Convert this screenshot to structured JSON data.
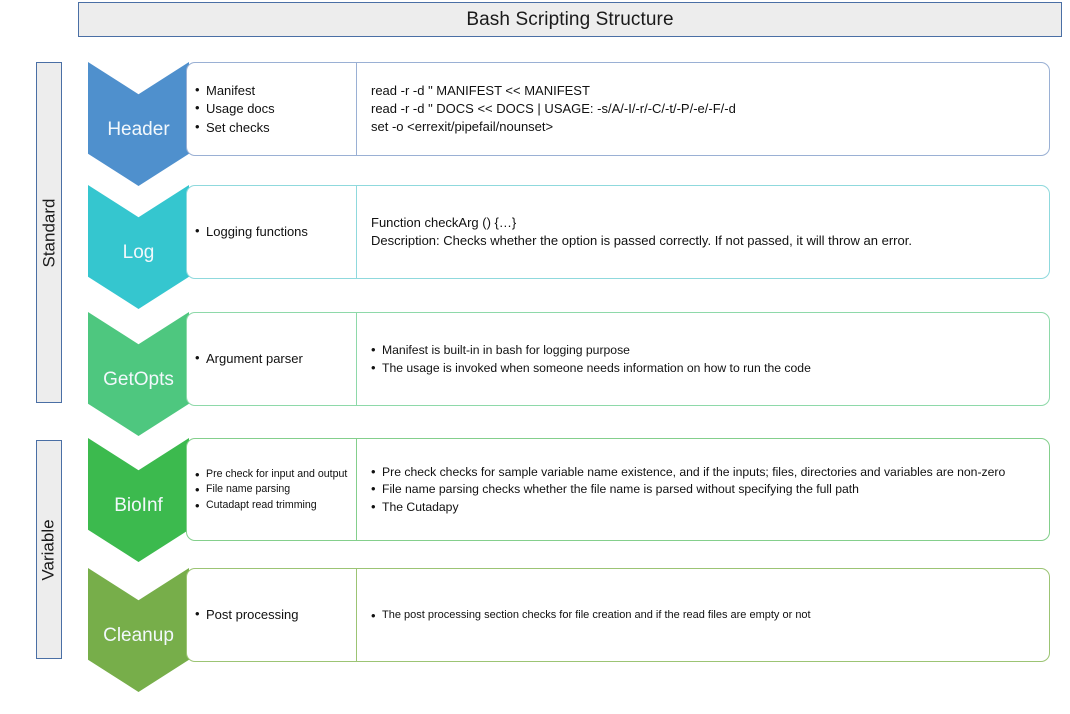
{
  "title": "Bash Scripting Structure",
  "groups": [
    {
      "label": "Standard"
    },
    {
      "label": "Variable"
    }
  ],
  "colors": {
    "header": "#4f90cd",
    "log": "#35c6cf",
    "getopts": "#4ec77f",
    "bioinf": "#3cba4e",
    "cleanup": "#77ae4a",
    "banner_bg": "#ededed",
    "banner_border": "#4a6fa5"
  },
  "rows": [
    {
      "stage": "Header",
      "color": "#4f90cd",
      "border": "#9ab0d4",
      "left_bullets": [
        "Manifest",
        "Usage docs",
        "Set checks"
      ],
      "right_lines": [
        "read -r -d \" MANIFEST << MANIFEST",
        "read -r -d \" DOCS << DOCS | USAGE: -s/A/-I/-r/-C/-t/-P/-e/-F/-d",
        "set -o <errexit/pipefail/nounset>"
      ],
      "right_bullets": []
    },
    {
      "stage": "Log",
      "color": "#35c6cf",
      "border": "#8fd9dd",
      "left_bullets": [
        "Logging functions"
      ],
      "right_lines": [
        "Function checkArg () {…}",
        "Description: Checks whether the option is passed correctly. If not passed, it will throw an error."
      ],
      "right_bullets": []
    },
    {
      "stage": "GetOpts",
      "color": "#4ec77f",
      "border": "#8ed9a9",
      "left_bullets": [
        "Argument parser"
      ],
      "right_lines": [],
      "right_bullets": [
        "Manifest is built-in in bash for logging purpose",
        "The usage is invoked when someone needs information on how to run the code"
      ]
    },
    {
      "stage": "BioInf",
      "color": "#3cba4e",
      "border": "#84cf8c",
      "left_bullets": [
        "Pre check for input and output",
        "File name parsing",
        "Cutadapt read trimming"
      ],
      "right_lines": [],
      "right_bullets": [
        "Pre check checks for sample variable name existence, and if the inputs; files, directories and variables are non-zero",
        "File name parsing checks whether the file name is parsed without specifying the full path",
        "The Cutadapy"
      ]
    },
    {
      "stage": "Cleanup",
      "color": "#77ae4a",
      "border": "#9cc474",
      "left_bullets": [
        "Post processing"
      ],
      "right_lines": [],
      "right_bullets": [
        "The post processing section checks for file creation and if the read files are empty or not"
      ]
    }
  ]
}
